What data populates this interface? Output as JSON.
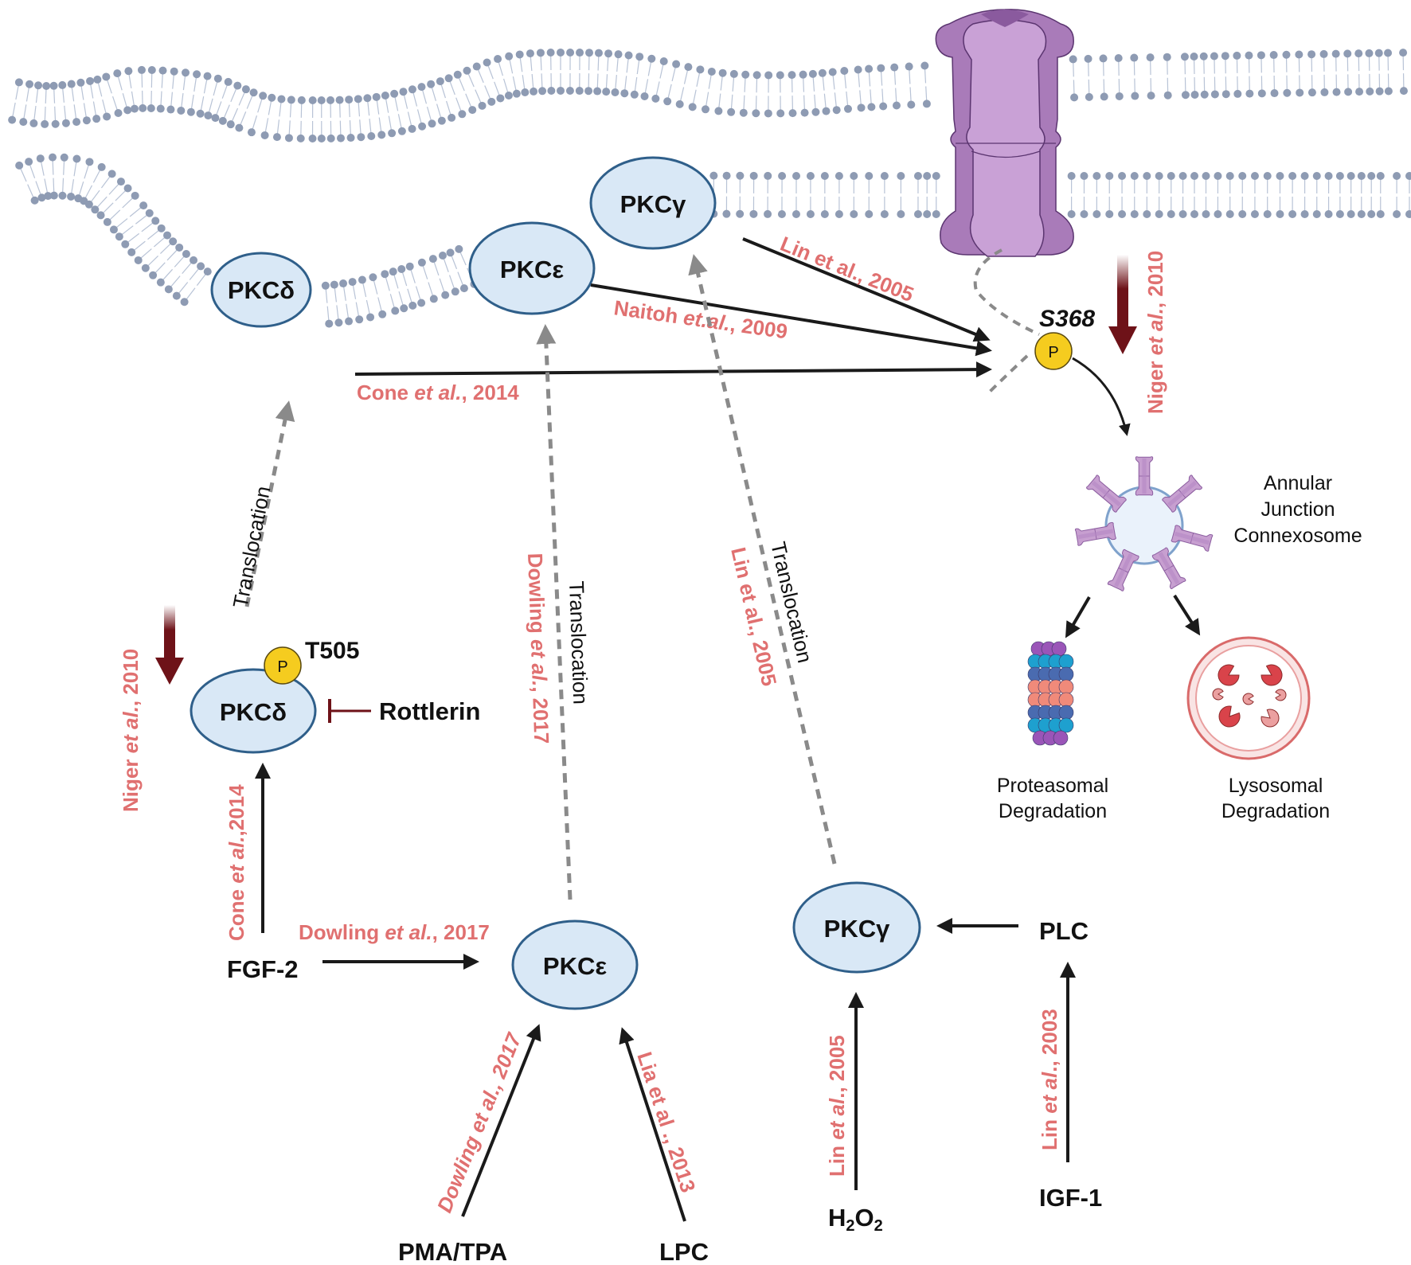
{
  "colors": {
    "membrane_head": "#8e9bb3",
    "membrane_tail": "#b8c3d6",
    "pkc_fill": "#d9e8f6",
    "pkc_stroke": "#2f5f8a",
    "citation": "#e07070",
    "arrow": "#1a1a1a",
    "dashed_arrow": "#8a8a8a",
    "downregulation_arrow": "#6e1218",
    "phospho_fill": "#f5cc1f",
    "connexon_light": "#c79fd0",
    "connexon_dark": "#a97bb9",
    "lysosome": "#d96a6a",
    "proteasome_blue": "#1ea0cf",
    "proteasome_navy": "#4a6bb0",
    "proteasome_salmon": "#f08a7a",
    "proteasome_purple": "#9a55b8"
  },
  "membrane_nodes": {
    "pkc_delta": "PKCδ",
    "pkc_epsilon": "PKCε",
    "pkc_gamma": "PKCγ"
  },
  "cytosol_nodes": {
    "pkc_delta": "PKCδ",
    "pkc_epsilon": "PKCε",
    "pkc_gamma": "PKCγ"
  },
  "phospho": {
    "symbol": "P",
    "site_connexin": "S368",
    "site_pkc_delta": "T505"
  },
  "inhibitor": "Rottlerin",
  "stimuli": {
    "fgf2": "FGF-2",
    "pma_tpa": "PMA/TPA",
    "lpc": "LPC",
    "h2o2_main": "H",
    "h2o2_sub1": "2",
    "h2o2_mid": "O",
    "h2o2_sub2": "2",
    "plc": "PLC",
    "igf1": "IGF-1"
  },
  "labels": {
    "translocation": "Translocation",
    "annular_line1": "Annular",
    "annular_line2": "Junction",
    "annular_line3": "Connexosome",
    "proteasomal_line1": "Proteasomal",
    "proteasomal_line2": "Degradation",
    "lysosomal_line1": "Lysosomal",
    "lysosomal_line2": "Degradation"
  },
  "citations": {
    "lin_2005_top": {
      "pre": "Lin et al., 2005"
    },
    "naitoh_2009": {
      "pre": "Naitoh ",
      "em": "et.al.",
      "post": ", 2009"
    },
    "cone_2014_top": {
      "pre": "Cone ",
      "em": "et al.",
      "post": ", 2014"
    },
    "niger_2010_right": {
      "pre": "Niger ",
      "em": "et al.",
      "post": ", 2010"
    },
    "niger_2010_left": {
      "pre": "Niger ",
      "em": "et al.",
      "post": ", 2010"
    },
    "cone_2014_left": {
      "pre": "Cone ",
      "em": "et al.",
      "post": ",2014"
    },
    "dowling_2017_horiz": {
      "pre": "Dowling ",
      "em": "et al.",
      "post": ", 2017"
    },
    "dowling_2017_vert": {
      "pre": "Dowling ",
      "em": "et al.",
      "post": ", 2017"
    },
    "lin_2005_vert": {
      "pre": "Lin et al., 2005"
    },
    "dowling_2017_pma": {
      "pre": "Dowling ",
      "em": "et al.",
      "post": ", 2017"
    },
    "lia_2013": {
      "pre": "Lia et al ., 2013"
    },
    "lin_2005_h2o2": {
      "pre": "Lin ",
      "em": "et al",
      "post": "., 2005"
    },
    "lin_2003": {
      "pre": "Lin ",
      "em": "et al",
      "post": "., 2003"
    }
  }
}
